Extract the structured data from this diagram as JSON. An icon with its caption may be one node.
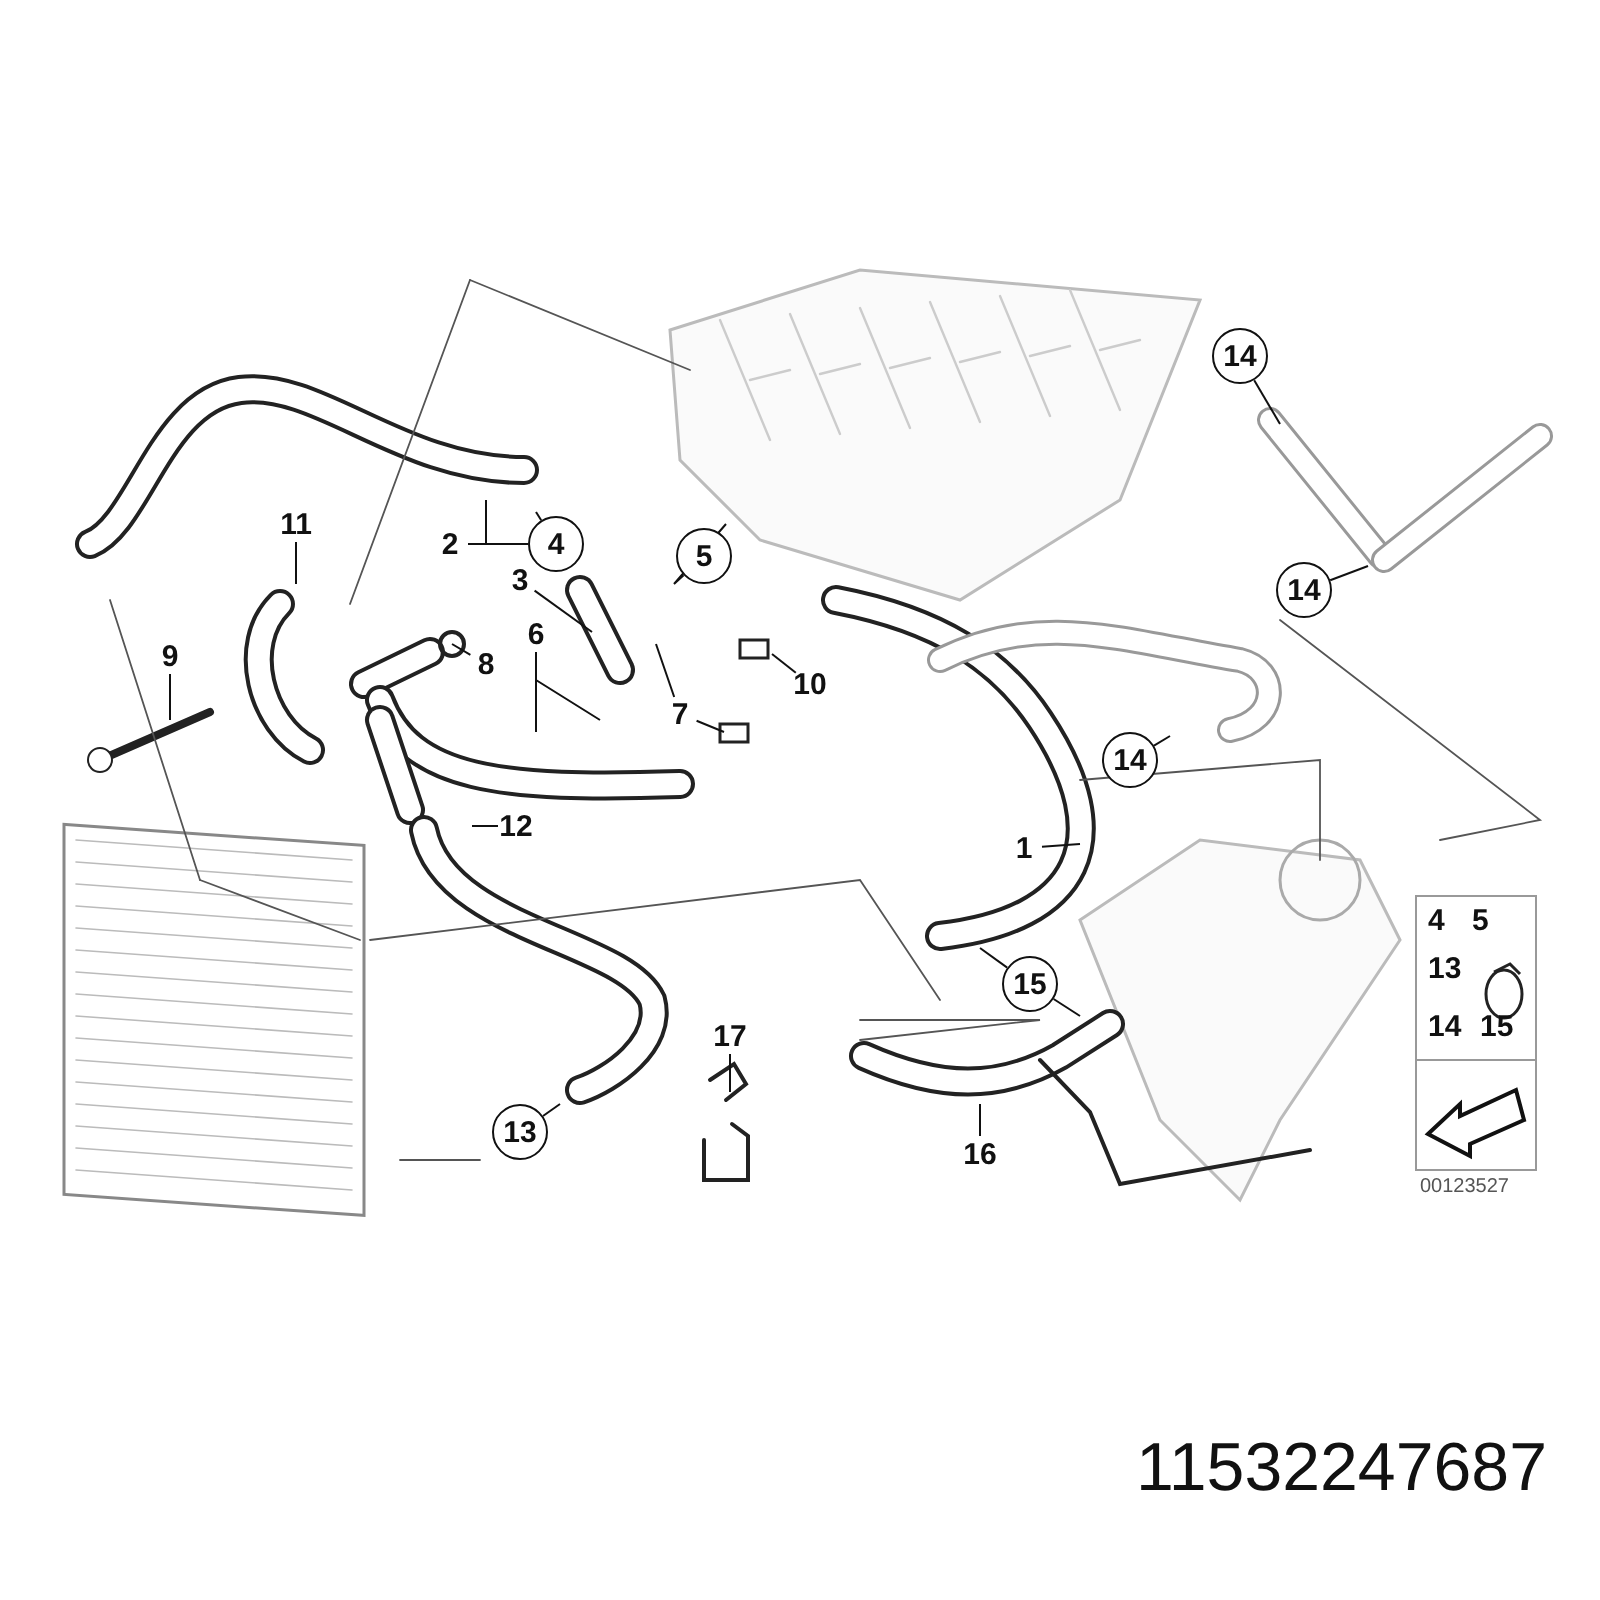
{
  "diagram": {
    "nodes": [
      {
        "text": [
          "14"
        ]
      },
      {
        "text": [
          "11"
        ]
      },
      {
        "text": [
          "2"
        ]
      },
      {
        "text": [
          "4"
        ]
      },
      {
        "text": [
          "5"
        ]
      },
      {
        "text": [
          "3"
        ]
      },
      {
        "text": [
          "14"
        ]
      },
      {
        "text": [
          "9"
        ]
      },
      {
        "text": [
          "6"
        ]
      },
      {
        "text": [
          "8"
        ]
      },
      {
        "text": [
          "10"
        ]
      },
      {
        "text": [
          "7"
        ]
      },
      {
        "text": [
          "14"
        ]
      },
      {
        "text": [
          "12"
        ]
      },
      {
        "text": [
          "1"
        ]
      },
      {
        "text": [
          "15"
        ]
      },
      {
        "text": [
          "17"
        ]
      },
      {
        "text": [
          "13"
        ]
      },
      {
        "text": [
          "16"
        ]
      }
    ],
    "edges": [
      {
        "from": 0,
        "to": null,
        "arrow": "none"
      },
      {
        "from": 1,
        "to": null,
        "arrow": "none"
      },
      {
        "from": 2,
        "to": null,
        "arrow": "none"
      },
      {
        "from": 2,
        "to": 3,
        "arrow": "none"
      },
      {
        "from": 3,
        "to": null,
        "arrow": "none"
      },
      {
        "from": 4,
        "to": null,
        "arrow": "none"
      },
      {
        "from": 5,
        "to": null,
        "arrow": "none"
      },
      {
        "from": 6,
        "to": null,
        "arrow": "none"
      },
      {
        "from": 7,
        "to": null,
        "arrow": "none"
      },
      {
        "from": 8,
        "to": null,
        "arrow": "none"
      },
      {
        "from": 8,
        "to": null,
        "arrow": "none"
      },
      {
        "from": 9,
        "to": null,
        "arrow": "none"
      },
      {
        "from": 10,
        "to": null,
        "arrow": "none"
      },
      {
        "from": 11,
        "to": null,
        "arrow": "none"
      },
      {
        "from": 11,
        "to": null,
        "arrow": "none"
      },
      {
        "from": 12,
        "to": null,
        "arrow": "none"
      },
      {
        "from": 13,
        "to": null,
        "arrow": "none"
      },
      {
        "from": 14,
        "to": null,
        "arrow": "none"
      },
      {
        "from": 15,
        "to": null,
        "arrow": "none"
      },
      {
        "from": 15,
        "to": null,
        "arrow": "none"
      },
      {
        "from": 16,
        "to": null,
        "arrow": "none"
      },
      {
        "from": 17,
        "to": null,
        "arrow": "none"
      },
      {
        "from": 18,
        "to": null,
        "arrow": "none"
      }
    ],
    "labels": [
      "4",
      "5",
      "13",
      "14",
      "15",
      "00123527",
      "11532247687"
    ]
  }
}
